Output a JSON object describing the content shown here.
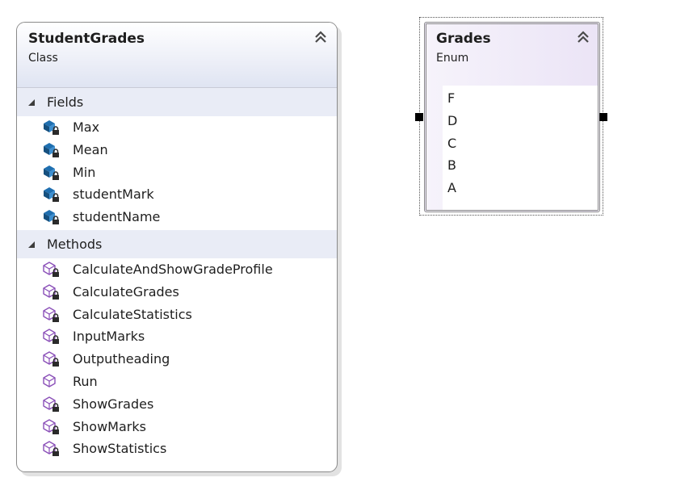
{
  "student_grades": {
    "title": "StudentGrades",
    "kind": "Class",
    "collapse_icon": "double-chevron-up-icon",
    "sections": {
      "fields": {
        "label": "Fields",
        "items": [
          {
            "name": "Max",
            "icon": "private-field-icon"
          },
          {
            "name": "Mean",
            "icon": "private-field-icon"
          },
          {
            "name": "Min",
            "icon": "private-field-icon"
          },
          {
            "name": "studentMark",
            "icon": "private-field-icon"
          },
          {
            "name": "studentName",
            "icon": "private-field-icon"
          }
        ]
      },
      "methods": {
        "label": "Methods",
        "items": [
          {
            "name": "CalculateAndShowGradeProfile",
            "icon": "private-method-icon"
          },
          {
            "name": "CalculateGrades",
            "icon": "private-method-icon"
          },
          {
            "name": "CalculateStatistics",
            "icon": "private-method-icon"
          },
          {
            "name": "InputMarks",
            "icon": "private-method-icon"
          },
          {
            "name": "Outputheading",
            "icon": "private-method-icon"
          },
          {
            "name": "Run",
            "icon": "public-method-icon"
          },
          {
            "name": "ShowGrades",
            "icon": "private-method-icon"
          },
          {
            "name": "ShowMarks",
            "icon": "private-method-icon"
          },
          {
            "name": "ShowStatistics",
            "icon": "private-method-icon"
          }
        ]
      }
    }
  },
  "grades": {
    "title": "Grades",
    "kind": "Enum",
    "collapse_icon": "double-chevron-up-icon",
    "values": [
      "F",
      "D",
      "C",
      "B",
      "A"
    ]
  },
  "colors": {
    "field_icon": "#1f6fb0",
    "method_icon": "#8a4fb8",
    "lock_icon": "#2a2a2a",
    "class_header": "#dfe4f2",
    "enum_header": "#ebe4f6",
    "section_header": "#e9ecf6"
  }
}
